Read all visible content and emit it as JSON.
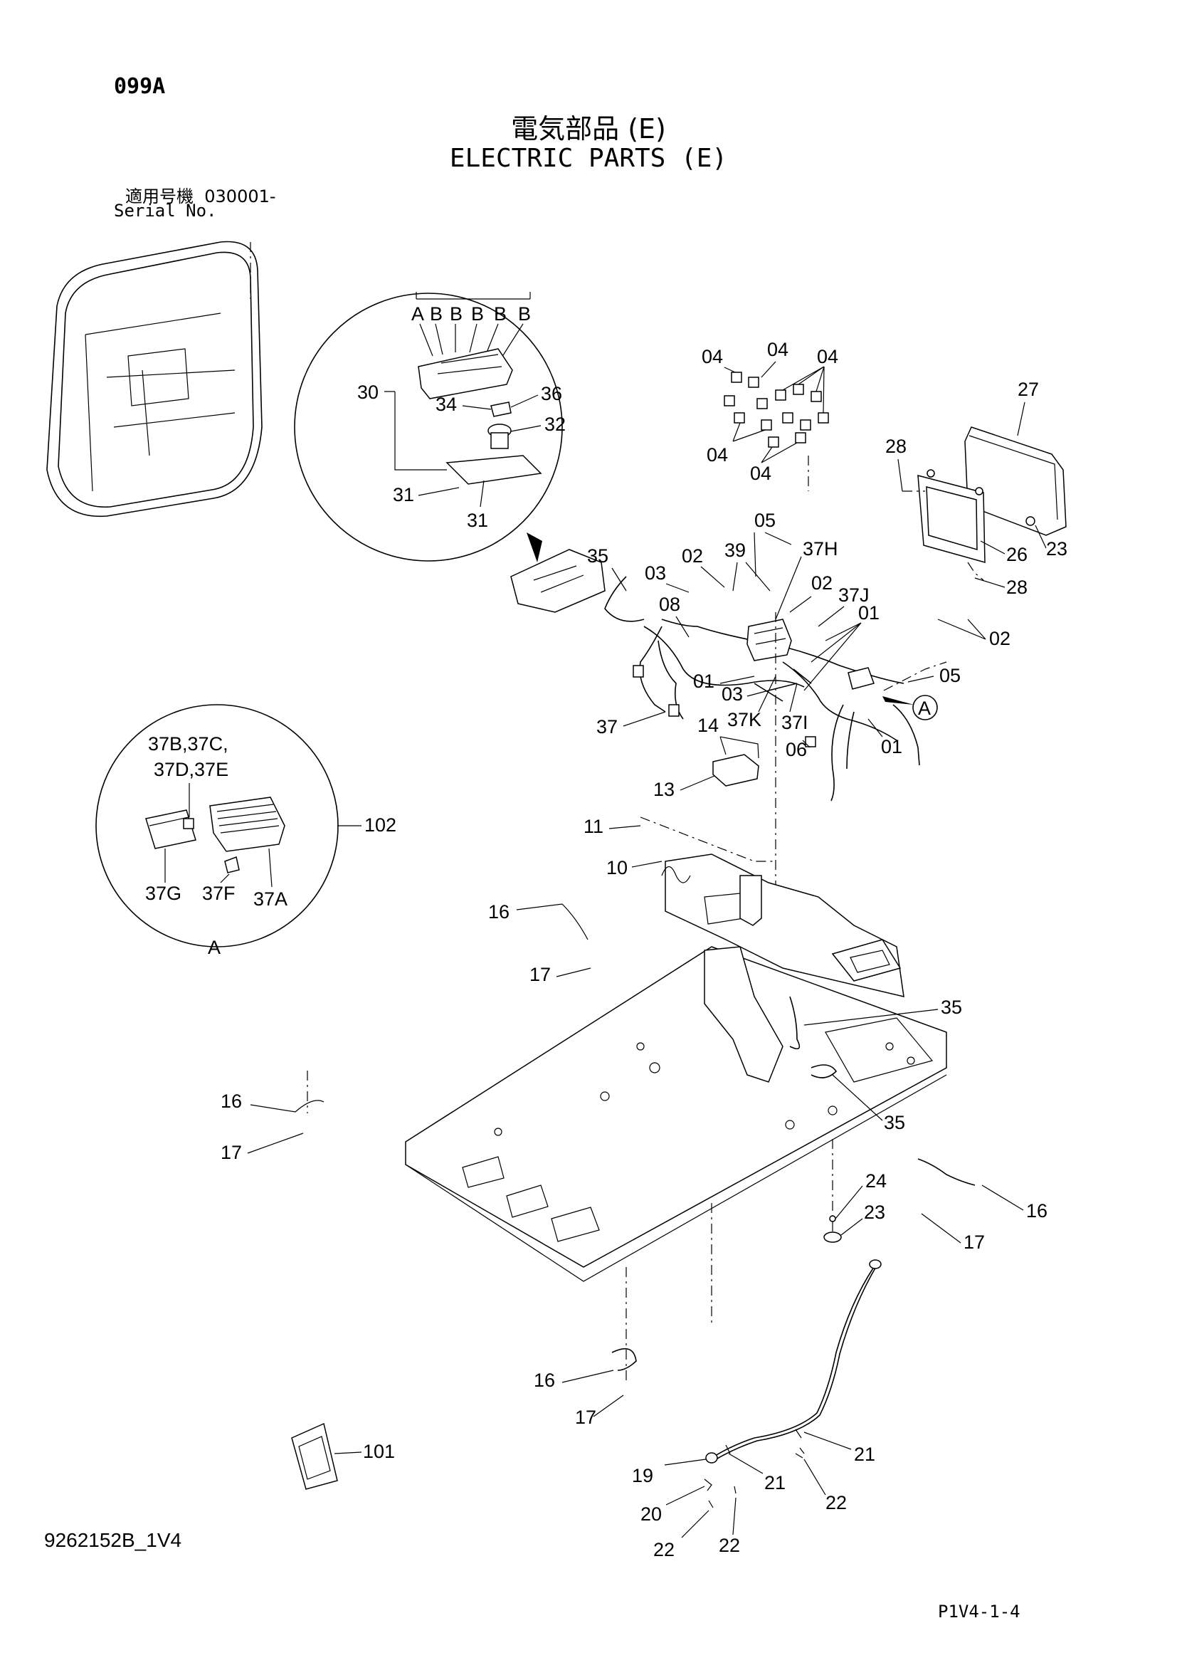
{
  "header": {
    "code": "099A",
    "title_jp": "電気部品 (E)",
    "title_en": "ELECTRIC PARTS (E)",
    "serial_label_jp": "適用号機",
    "serial_value": "030001-",
    "serial_label_en": "Serial No."
  },
  "detail_top": {
    "letters": [
      "A",
      "B",
      "B",
      "B",
      "B",
      "B"
    ],
    "callouts": [
      "30",
      "34",
      "36",
      "32",
      "31",
      "31"
    ]
  },
  "detail_a": {
    "callouts": [
      "37B,37C,",
      "37D,37E",
      "37G",
      "37F",
      "37A",
      "102"
    ],
    "view_letter": "A"
  },
  "callouts": {
    "c04a": "04",
    "c04b": "04",
    "c04c": "04",
    "c04d": "04",
    "c04e": "04",
    "c27": "27",
    "c28a": "28",
    "c26": "26",
    "c23a": "23",
    "c28b": "28",
    "c05a": "05",
    "c37h": "37H",
    "c39": "39",
    "c02a": "02",
    "c03a": "03",
    "c35a": "35",
    "c02b": "02",
    "c37j": "37J",
    "c01a": "01",
    "c02c": "02",
    "c08": "08",
    "c01b": "01",
    "c03b": "03",
    "c05b": "05",
    "cA": "A",
    "c37k": "37K",
    "c37i": "37I",
    "c37": "37",
    "c14": "14",
    "c06": "06",
    "c01c": "01",
    "c13": "13",
    "c11": "11",
    "c10": "10",
    "c16a": "16",
    "c17a": "17",
    "c35b": "35",
    "c16b": "16",
    "c17b": "17",
    "c35c": "35",
    "c24": "24",
    "c23b": "23",
    "c16c": "16",
    "c17c": "17",
    "c16d": "16",
    "c17d": "17",
    "c101": "101",
    "c21a": "21",
    "c19": "19",
    "c21b": "21",
    "c22a": "22",
    "c20": "20",
    "c22b": "22",
    "c22c": "22"
  },
  "footer": {
    "doc_number": "9262152B_1V4",
    "page_number": "P1V4-1-4"
  }
}
